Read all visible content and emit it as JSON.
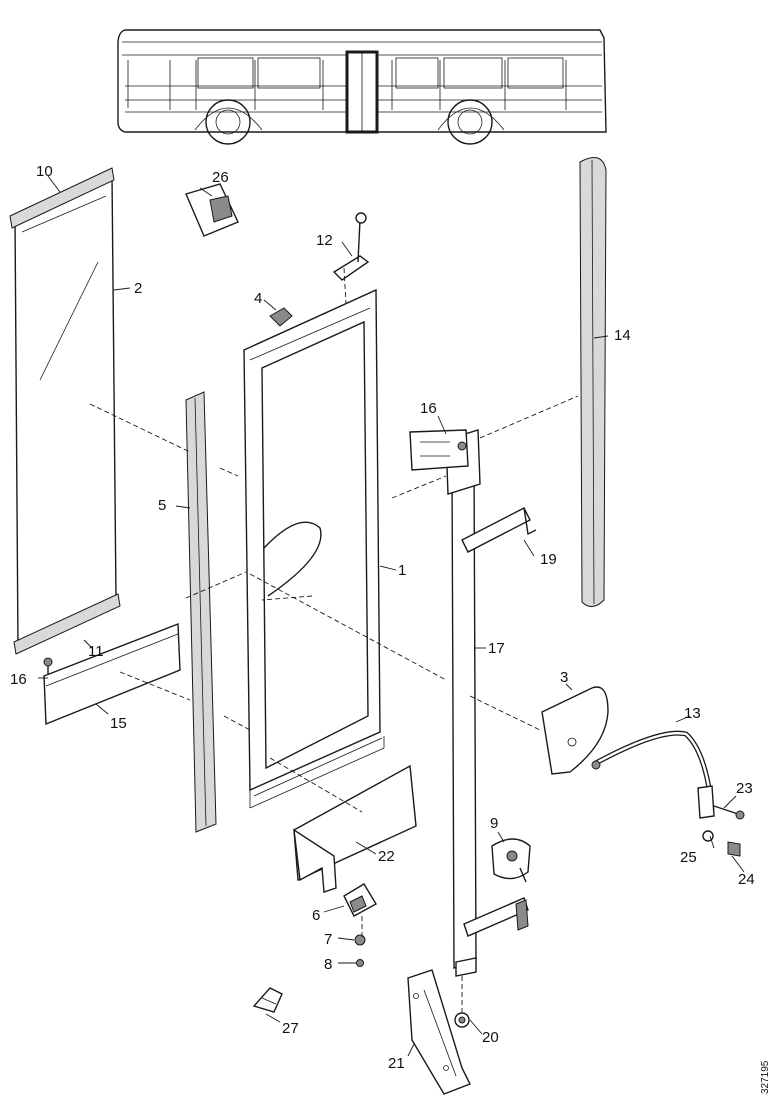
{
  "callouts": {
    "c1": "1",
    "c2": "2",
    "c3": "3",
    "c4": "4",
    "c5": "5",
    "c6": "6",
    "c7": "7",
    "c8": "8",
    "c9": "9",
    "c10": "10",
    "c11": "11",
    "c12": "12",
    "c13": "13",
    "c14": "14",
    "c15": "15",
    "c16a": "16",
    "c16b": "16",
    "c17": "17",
    "c19": "19",
    "c20": "20",
    "c21": "21",
    "c22": "22",
    "c23": "23",
    "c24": "24",
    "c25": "25",
    "c26": "26",
    "c27": "27"
  },
  "reference_code": "327195"
}
